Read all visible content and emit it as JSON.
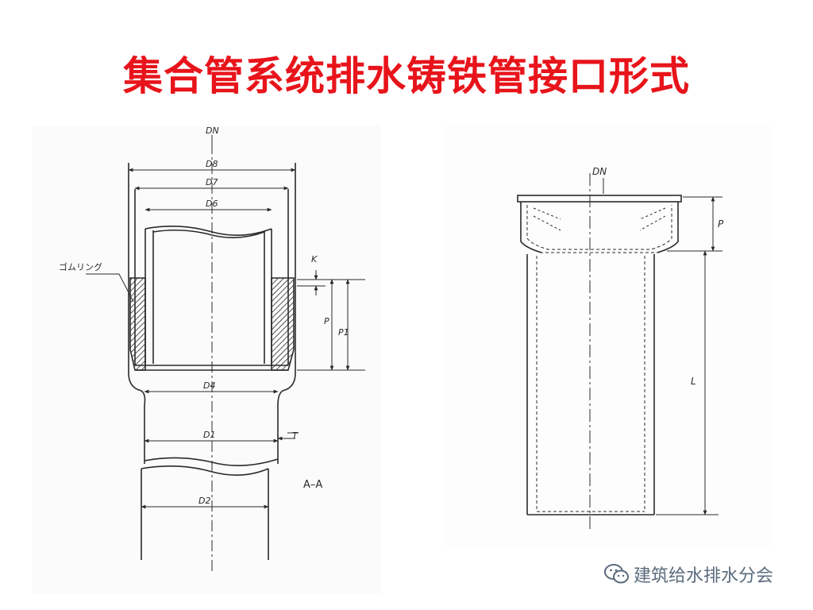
{
  "title": "集合管系统排水铸铁管接口形式",
  "colors": {
    "title": "#e8141b",
    "line": "#2a2a2a",
    "watermark": "#5a6b7c"
  },
  "left_drawing": {
    "dn": "DN",
    "d8": "D8",
    "d7": "D7",
    "d6": "D6",
    "d4": "D4",
    "d1": "D1",
    "d2": "D2",
    "k": "K",
    "p": "P",
    "p1": "P1",
    "t": "T",
    "rubber_ring": "ゴムリング",
    "section": "A–A"
  },
  "right_drawing": {
    "dn": "DN",
    "p": "P",
    "l": "L"
  },
  "watermark": {
    "icon": "wechat-icon",
    "text": "建筑给水排水分会"
  }
}
